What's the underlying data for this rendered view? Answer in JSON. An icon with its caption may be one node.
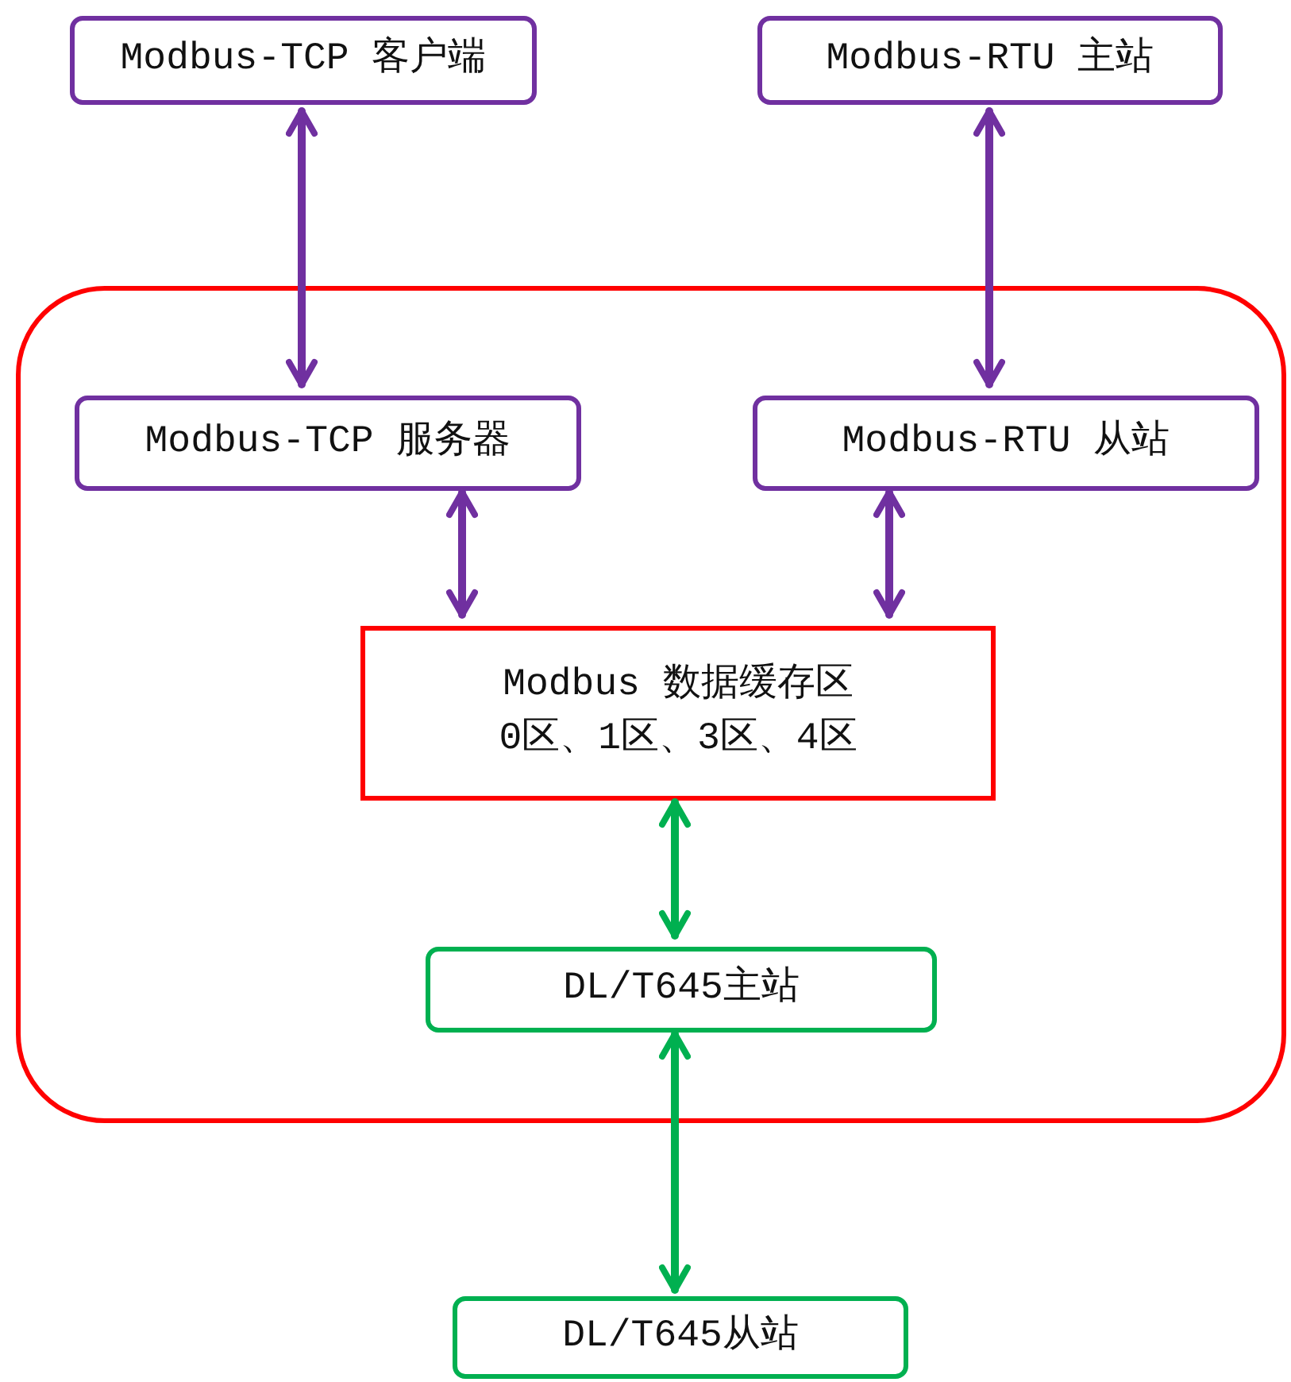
{
  "diagram": {
    "nodes": [
      {
        "text": [
          "Modbus-TCP 客户端"
        ]
      },
      {
        "text": [
          "Modbus-RTU 主站"
        ]
      },
      {
        "text": [],
        "shape": "box"
      },
      {
        "text": [
          "Modbus-TCP 服务器"
        ],
        "in": 2
      },
      {
        "text": [
          "Modbus-RTU 从站"
        ],
        "in": 2
      },
      {
        "text": [
          "Modbus 数据缓存区",
          "0区、1区、3区、4区"
        ],
        "in": 2
      },
      {
        "text": [
          "DL/T645主站"
        ],
        "in": 2
      },
      {
        "text": [
          "DL/T645从站"
        ]
      }
    ],
    "edges": [
      {
        "from": 0,
        "to": 3,
        "arrow": "both",
        "color": "#7030a0"
      },
      {
        "from": 1,
        "to": 4,
        "arrow": "both",
        "color": "#7030a0"
      },
      {
        "from": 3,
        "to": 5,
        "arrow": "both",
        "color": "#7030a0"
      },
      {
        "from": 4,
        "to": 5,
        "arrow": "both",
        "color": "#7030a0"
      },
      {
        "from": 5,
        "to": 6,
        "arrow": "both",
        "color": "#00b050"
      },
      {
        "from": 6,
        "to": 7,
        "arrow": "both",
        "color": "#00b050"
      }
    ]
  }
}
